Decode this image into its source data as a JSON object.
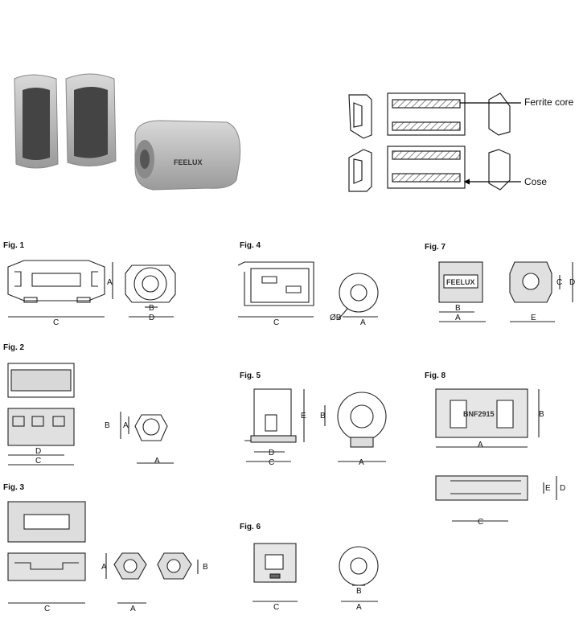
{
  "callouts": {
    "ferrite_core": "Ferrite core",
    "case": "Cose"
  },
  "photo_brand": "FEELUX",
  "figures": [
    {
      "id": "fig1",
      "title": "Fig. 1",
      "dims": [
        "A",
        "C",
        "B",
        "D"
      ]
    },
    {
      "id": "fig2",
      "title": "Fig. 2",
      "dims": [
        "D",
        "C",
        "B",
        "A",
        "A"
      ]
    },
    {
      "id": "fig3",
      "title": "Fig. 3",
      "dims": [
        "C",
        "A",
        "A",
        "B"
      ]
    },
    {
      "id": "fig4",
      "title": "Fig. 4",
      "dims": [
        "C",
        "ØB",
        "A"
      ]
    },
    {
      "id": "fig5",
      "title": "Fig. 5",
      "dims": [
        "E",
        "D",
        "C",
        "B",
        "A"
      ]
    },
    {
      "id": "fig6",
      "title": "Fig. 6",
      "dims": [
        "C",
        "B",
        "A"
      ]
    },
    {
      "id": "fig7",
      "title": "Fig. 7",
      "dims": [
        "B",
        "A",
        "C",
        "D",
        "E"
      ],
      "brand": "FEELUX"
    },
    {
      "id": "fig8",
      "title": "Fig. 8",
      "dims": [
        "B",
        "A",
        "E",
        "D",
        "C"
      ],
      "model": "BNF2915"
    }
  ],
  "colors": {
    "line": "#222222",
    "grey": "#bfbfbf",
    "dark": "#3a3a3a",
    "hatch": "#888888"
  }
}
